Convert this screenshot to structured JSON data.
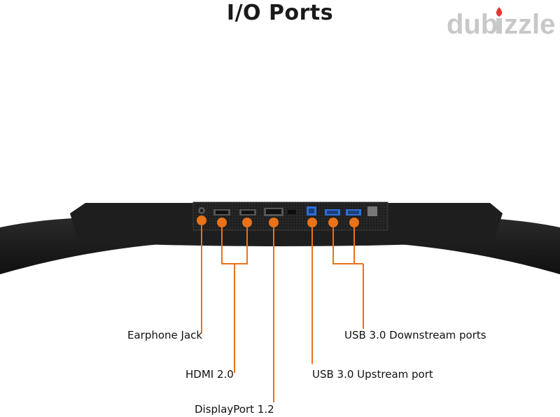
{
  "title": "I/O Ports",
  "watermark": {
    "text": "dubizzle",
    "logo_color": "#c8c8c8",
    "flame_color": "#e53935"
  },
  "colors": {
    "accent": "#e8731a",
    "monitor_body": "#1c1c1c",
    "panel": "#262626"
  },
  "ports": [
    {
      "label": "Earphone Jack",
      "icon": "earphone-jack-icon"
    },
    {
      "label": "HDMI 2.0",
      "icon": "hdmi-port-icon"
    },
    {
      "label": "DisplayPort 1.2",
      "icon": "displayport-icon"
    },
    {
      "label": "USB 3.0 Upstream port",
      "icon": "usb-b-port-icon"
    },
    {
      "label": "USB 3.0 Downstream ports",
      "icon": "usb-a-port-icon"
    }
  ]
}
